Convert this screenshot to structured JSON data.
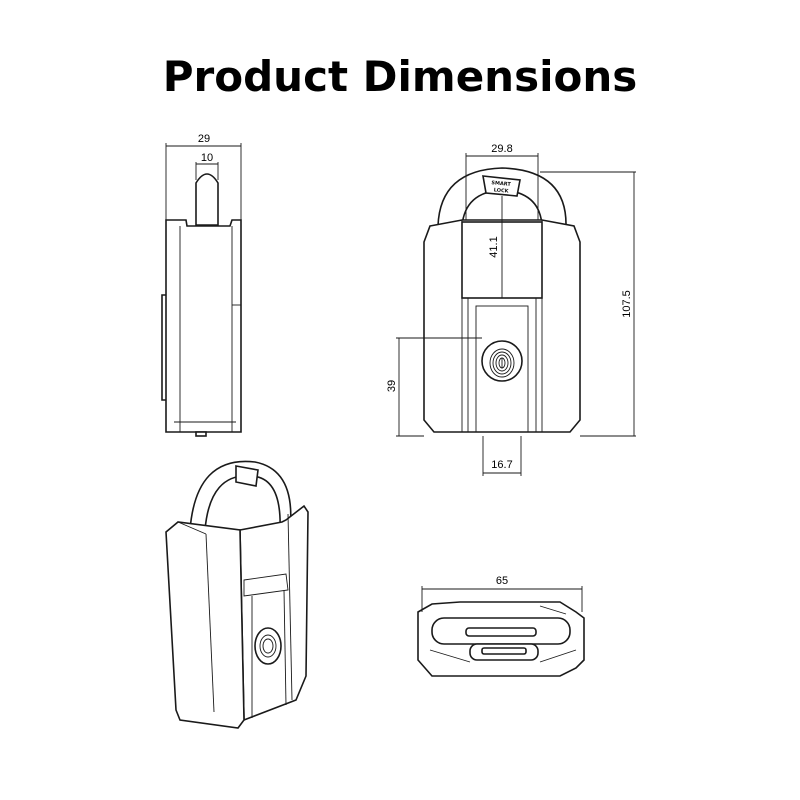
{
  "title": "Product Dimensions",
  "dimensions": {
    "side_width": "29",
    "shackle_width": "10",
    "shackle_inner_width": "29.8",
    "shackle_height": "41.1",
    "total_height": "107.5",
    "sensor_height": "39",
    "sensor_width": "16.7",
    "bottom_width": "65"
  },
  "logo_text": {
    "line1": "SMART",
    "line2": "LOCK"
  }
}
